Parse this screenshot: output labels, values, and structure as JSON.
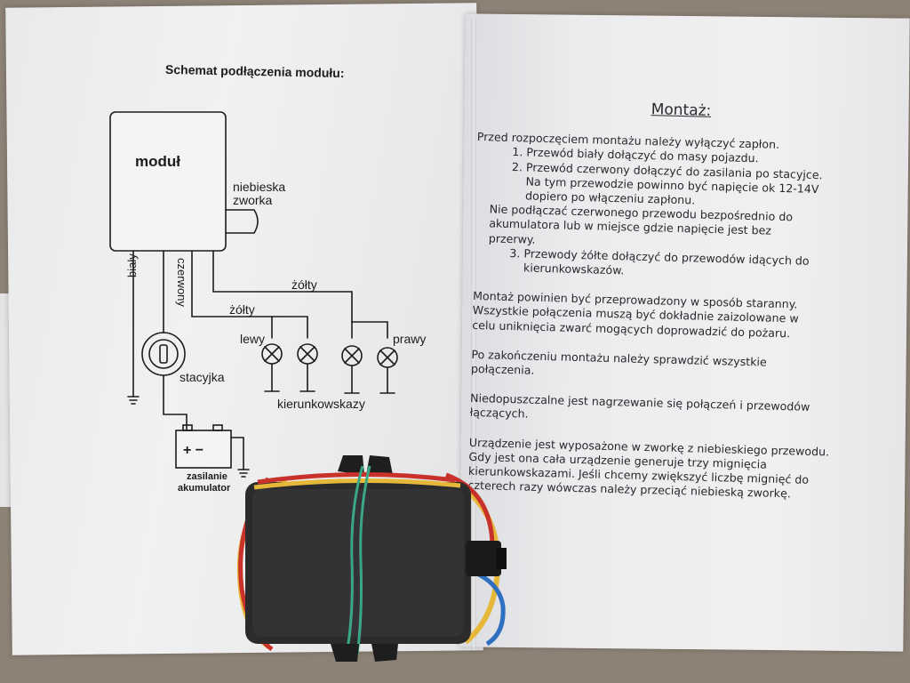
{
  "schematic": {
    "title": "Schemat podłączenia modułu:",
    "module_label": "moduł",
    "blue_jumper": [
      "niebieska",
      "zworka"
    ],
    "white_wire": "biały",
    "red_wire": "czerwony",
    "yellow_top": "żółty",
    "yellow_mid": "żółty",
    "left": "lewy",
    "right": "prawy",
    "ignition": "stacyjka",
    "indicators": "kierunkowskazy",
    "battery": [
      "zasilanie",
      "akumulator"
    ],
    "battery_terminals": "+ −"
  },
  "instructions": {
    "heading": "Montaż:",
    "intro": "Przed rozpoczęciem montażu należy wyłączyć zapłon.",
    "step1": "Przewód biały dołączyć do masy pojazdu.",
    "step2a": "Przewód czerwony dołączyć do zasilania po stacyjce.",
    "step2b": "Na tym przewodzie powinno być napięcie ok 12-14V",
    "step2c": "dopiero po włączeniu zapłonu.",
    "warning1": "Nie podłączać czerwonego przewodu bezpośrednio do",
    "warning2": "akumulatora lub w miejsce gdzie napięcie jest bez",
    "warning3": "przerwy.",
    "step3a": "Przewody żółte dołączyć do przewodów idących do",
    "step3b": "kierunkowskazów.",
    "para1a": "Montaż powinien być przeprowadzony w sposób staranny.",
    "para1b": "Wszystkie połączenia muszą być dokładnie zaizolowane w",
    "para1c": "celu uniknięcia zwarć mogących doprowadzić do pożaru.",
    "para2a": "Po zakończeniu montażu należy sprawdzić wszystkie",
    "para2b": "połączenia.",
    "para3a": "Niedopuszczalne jest nagrzewanie się połączeń i przewodów",
    "para3b": "łączących.",
    "para4a": "Urządzenie jest wyposażone w zworkę z niebieskiego przewodu.",
    "para4b": "Gdy jest ona cała urządzenie generuje trzy mignięcia",
    "para4c": "kierunkowskazami. Jeśli chcemy zwiększyć liczbę mignięć do",
    "para4d": "czterech razy wówczas należy przeciąć niebieską zworkę."
  },
  "colors": {
    "background": "#8d8276",
    "paper": "#efeff0",
    "ink": "#1c1c1e",
    "module_body": "#2b2b2c",
    "wire_red": "#c9322a",
    "wire_yellow": "#e6b83a",
    "wire_blue": "#2f6fc0",
    "band_green": "#3aa886"
  }
}
